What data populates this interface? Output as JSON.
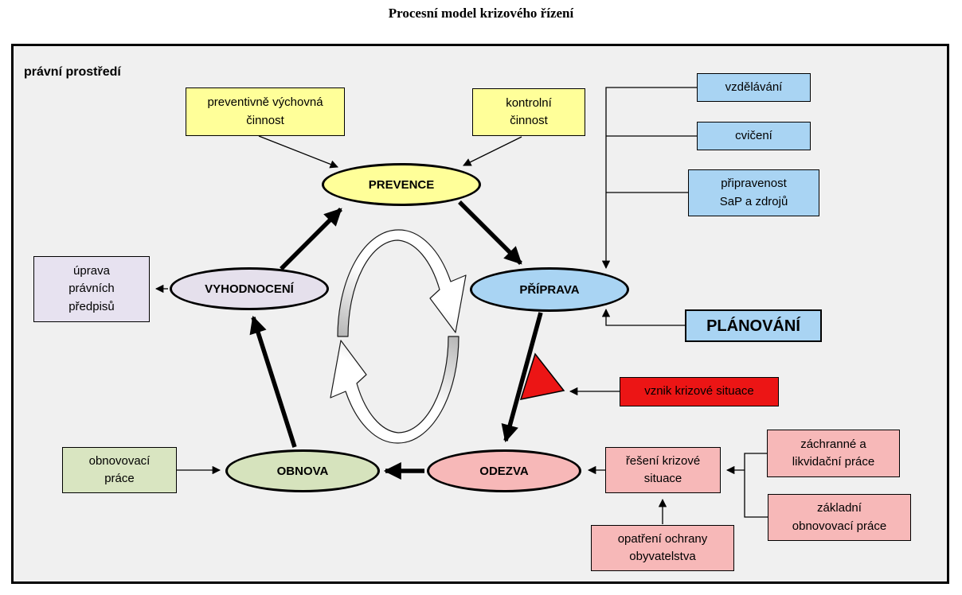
{
  "title": "Procesní model krizového řízení",
  "frame_label": "právní prostředí",
  "nodes": {
    "prevence": "PREVENCE",
    "priprava": "PŘÍPRAVA",
    "odezva": "ODEZVA",
    "obnova": "OBNOVA",
    "vyhodnoceni": "VYHODNOCENÍ"
  },
  "boxes": {
    "preventivne": "preventivně výchovná\nčinnost",
    "kontrolni": "kontrolní\nčinnost",
    "vzdelavani": "vzdělávání",
    "cviceni": "cvičení",
    "pripravenost": "připravenost\nSaP a zdrojů",
    "planovani": "PLÁNOVÁNÍ",
    "vznik": "vznik krizové situace",
    "reseni": "řešení krizové\nsituace",
    "opatreni": "opatření ochrany\nobyvatelstva",
    "zachranne": "záchranné a\nlikvidační práce",
    "zakladni": "základní\nobnovovací práce",
    "obnovovaci": "obnovovací\npráce",
    "uprava": "úprava\nprávních\npředpisů"
  },
  "colors": {
    "frame_background": "#f0f0f0",
    "prevention_yellow": "#ffff99",
    "preparation_blue": "#a9d4f3",
    "response_pink": "#f7b8b8",
    "recovery_green": "#d6e3bd",
    "evaluation_lavender": "#e5e0ec",
    "crisis_red": "#ec1515"
  }
}
